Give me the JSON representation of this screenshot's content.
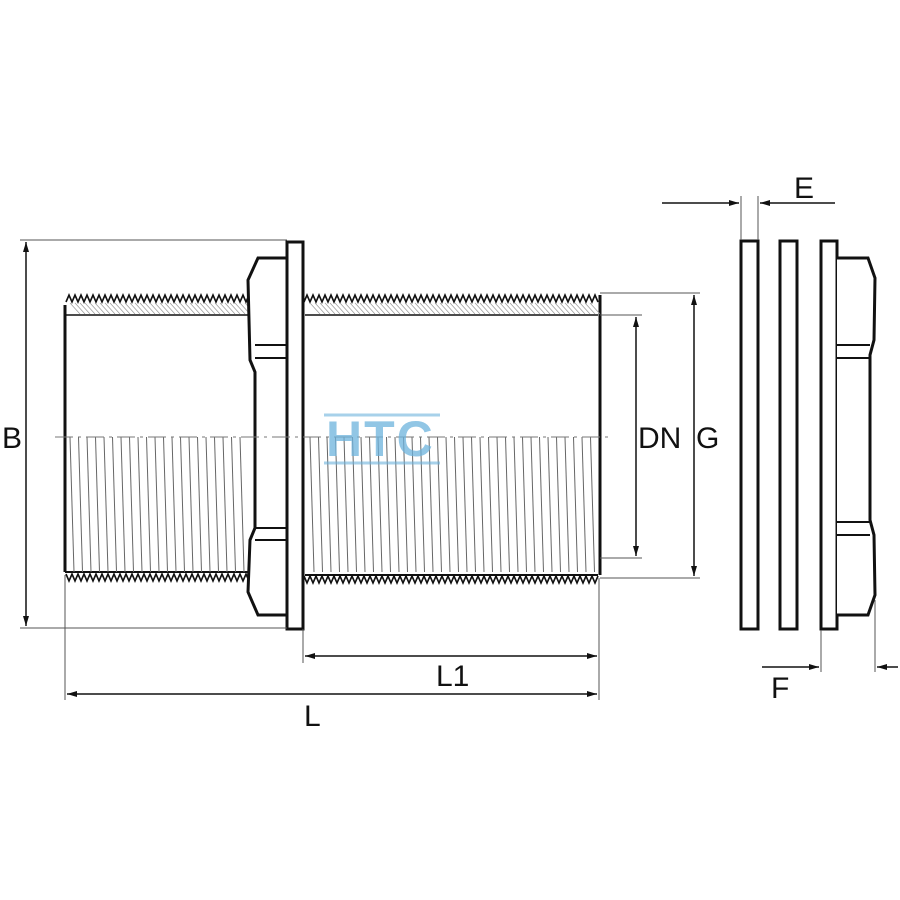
{
  "diagram": {
    "labels": {
      "B": "B",
      "DN": "DN",
      "G": "G",
      "L1": "L1",
      "L": "L",
      "E": "E",
      "F": "F"
    },
    "watermark": "HTC",
    "colors": {
      "line": "#111111",
      "thin": "#555555",
      "watermark": "#6db3dd",
      "background": "#ffffff"
    }
  }
}
